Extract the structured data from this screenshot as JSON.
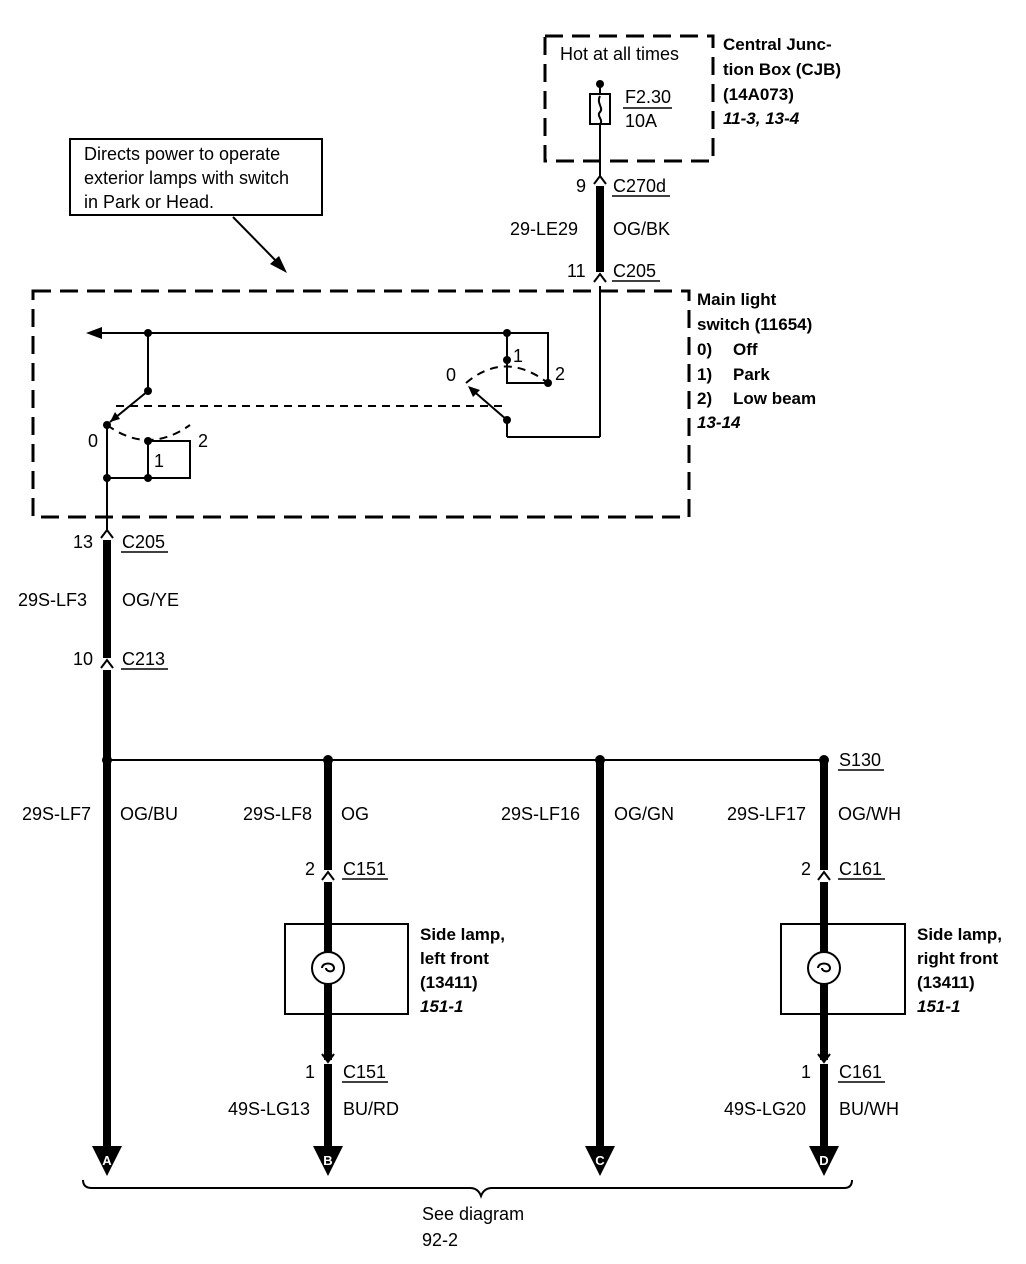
{
  "cjb": {
    "hot_label": "Hot at all times",
    "fuse_id": "F2.30",
    "fuse_rating": "10A",
    "title_lines": [
      "Central Junc-",
      "tion Box (CJB)",
      "(14A073)"
    ],
    "refs": "11-3, 13-4"
  },
  "top_circuit": {
    "pin_top": "9",
    "conn_top": "C270d",
    "circuit": "29-LE29",
    "color": "OG/BK",
    "pin_bottom": "11",
    "conn_bottom": "C205"
  },
  "note": {
    "lines": [
      "Directs power to operate",
      "exterior lamps with switch",
      "in Park or Head."
    ]
  },
  "switch": {
    "title_lines": [
      "Main light",
      "switch (11654)"
    ],
    "positions": [
      {
        "num": "0)",
        "label": "Off"
      },
      {
        "num": "1)",
        "label": "Park"
      },
      {
        "num": "2)",
        "label": "Low beam"
      }
    ],
    "refs": "13-14",
    "left_positions": [
      "0",
      "1",
      "2"
    ],
    "right_positions": [
      "0",
      "1",
      "2"
    ]
  },
  "middle_circuit": {
    "pin_top": "13",
    "conn_top": "C205",
    "circuit": "29S-LF3",
    "color": "OG/YE",
    "pin_bottom": "10",
    "conn_bottom": "C213"
  },
  "splice": "S130",
  "branches": [
    {
      "circuit": "29S-LF7",
      "color": "OG/BU",
      "terminal": "A"
    },
    {
      "circuit": "29S-LF8",
      "color": "OG",
      "terminal": "B"
    },
    {
      "circuit": "29S-LF16",
      "color": "OG/GN",
      "terminal": "C"
    },
    {
      "circuit": "29S-LF17",
      "color": "OG/WH",
      "terminal": "D"
    }
  ],
  "left_lamp": {
    "pin_top": "2",
    "conn_top": "C151",
    "title_lines": [
      "Side lamp,",
      "left front",
      "(13411)"
    ],
    "refs": "151-1",
    "pin_bottom": "1",
    "conn_bottom": "C151",
    "circuit_bottom": "49S-LG13",
    "color_bottom": "BU/RD"
  },
  "right_lamp": {
    "pin_top": "2",
    "conn_top": "C161",
    "title_lines": [
      "Side lamp,",
      "right front",
      "(13411)"
    ],
    "refs": "151-1",
    "pin_bottom": "1",
    "conn_bottom": "C161",
    "circuit_bottom": "49S-LG20",
    "color_bottom": "BU/WH"
  },
  "footer": {
    "lines": [
      "See diagram",
      "92-2"
    ]
  }
}
